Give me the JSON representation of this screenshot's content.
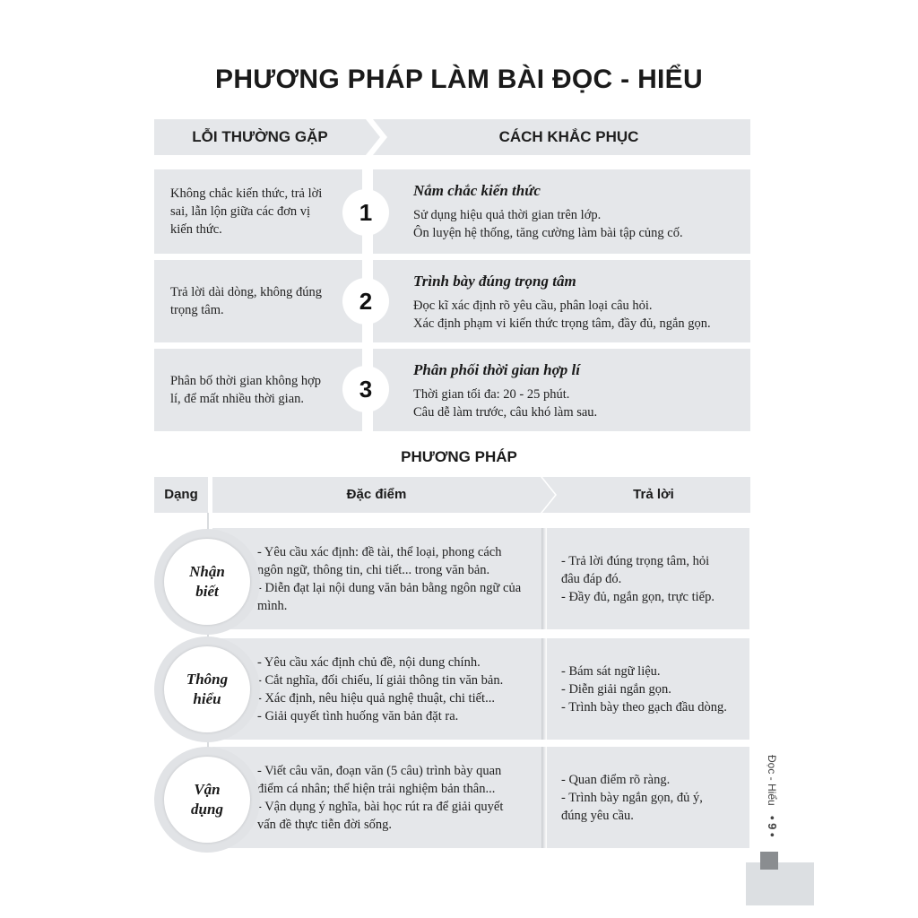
{
  "title": "PHƯƠNG PHÁP LÀM BÀI ĐỌC - HIỂU",
  "header": {
    "left": "LỖI THƯỜNG GẶP",
    "right": "CÁCH KHẮC PHỤC"
  },
  "rows": [
    {
      "num": "1",
      "error": "Không chắc kiến thức, trả lời sai, lẫn lộn giữa các đơn vị kiến thức.",
      "fix_title": "Nắm chắc kiến thức",
      "fix_lines": [
        "Sử dụng hiệu quả thời gian trên lớp.",
        "Ôn luyện hệ thống, tăng cường làm bài tập củng cố."
      ]
    },
    {
      "num": "2",
      "error": "Trả lời dài dòng, không đúng trọng tâm.",
      "fix_title": "Trình bày đúng trọng tâm",
      "fix_lines": [
        "Đọc kĩ xác định rõ yêu cầu, phân loại câu hỏi.",
        "Xác định phạm vi kiến thức trọng tâm, đầy đủ, ngắn gọn."
      ]
    },
    {
      "num": "3",
      "error": "Phân bố thời gian không hợp lí, để mất nhiều thời gian.",
      "fix_title": "Phân phối thời gian hợp lí",
      "fix_lines": [
        "Thời gian tối đa: 20 - 25 phút.",
        "Câu dễ làm trước, câu khó làm sau."
      ]
    }
  ],
  "method": {
    "title": "PHƯƠNG PHÁP",
    "headers": {
      "dang": "Dạng",
      "dac_diem": "Đặc điểm",
      "tra_loi": "Trả lời"
    },
    "types": [
      {
        "name1": "Nhận",
        "name2": "biết",
        "features": [
          "- Yêu cầu xác định: đề tài, thể loại, phong cách ngôn ngữ, thông tin, chi tiết... trong văn bản.",
          "- Diễn đạt lại nội dung văn bản bằng ngôn ngữ của mình."
        ],
        "answers": [
          "- Trả lời đúng trọng tâm, hỏi đâu đáp đó.",
          "- Đầy đủ, ngắn gọn, trực tiếp."
        ]
      },
      {
        "name1": "Thông",
        "name2": "hiểu",
        "features": [
          "- Yêu cầu xác định chủ đề, nội dung chính.",
          "- Cắt nghĩa, đối chiếu, lí giải thông tin văn bản.",
          "- Xác định, nêu hiệu quả nghệ thuật, chi tiết...",
          "- Giải quyết tình huống văn bản đặt ra."
        ],
        "answers": [
          "- Bám sát ngữ liệu.",
          "- Diễn giải ngắn gọn.",
          "- Trình bày theo gạch đầu dòng."
        ]
      },
      {
        "name1": "Vận",
        "name2": "dụng",
        "features": [
          "- Viết câu văn, đoạn văn (5 câu) trình bày quan điểm cá nhân; thể hiện trải nghiệm bản thân...",
          "- Vận dụng ý nghĩa, bài học rút ra để giải quyết vấn đề thực tiễn đời sống."
        ],
        "answers": [
          "- Quan điểm rõ ràng.",
          "- Trình bày ngắn gọn, đủ ý, đúng yêu cầu."
        ]
      }
    ]
  },
  "side_label": "Đọc - Hiểu",
  "page_number": "• 9 •"
}
